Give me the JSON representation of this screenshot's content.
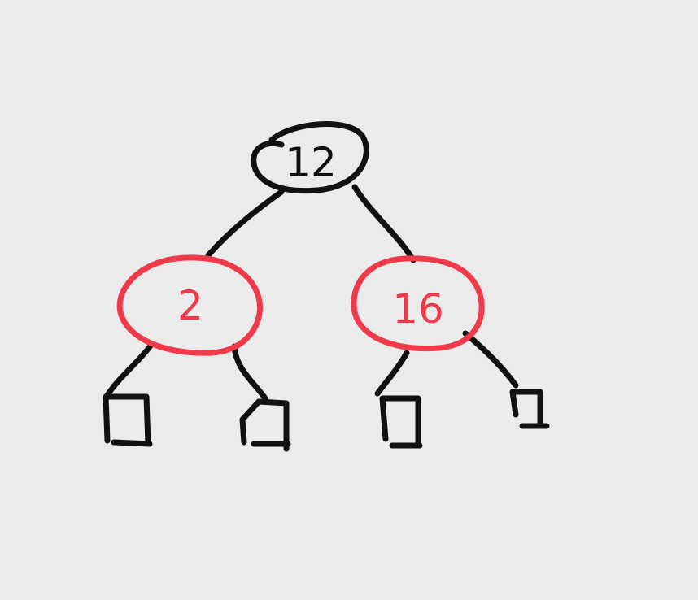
{
  "tree": {
    "root": {
      "key": "12",
      "color": "#111111"
    },
    "left": {
      "key": "2",
      "color": "#f03a4a"
    },
    "right": {
      "key": "16",
      "color": "#f03a4a"
    }
  },
  "colors": {
    "background": "#ebebeb",
    "black_ink": "#111111",
    "red_ink": "#f03a4a"
  },
  "leaf_count": 4
}
